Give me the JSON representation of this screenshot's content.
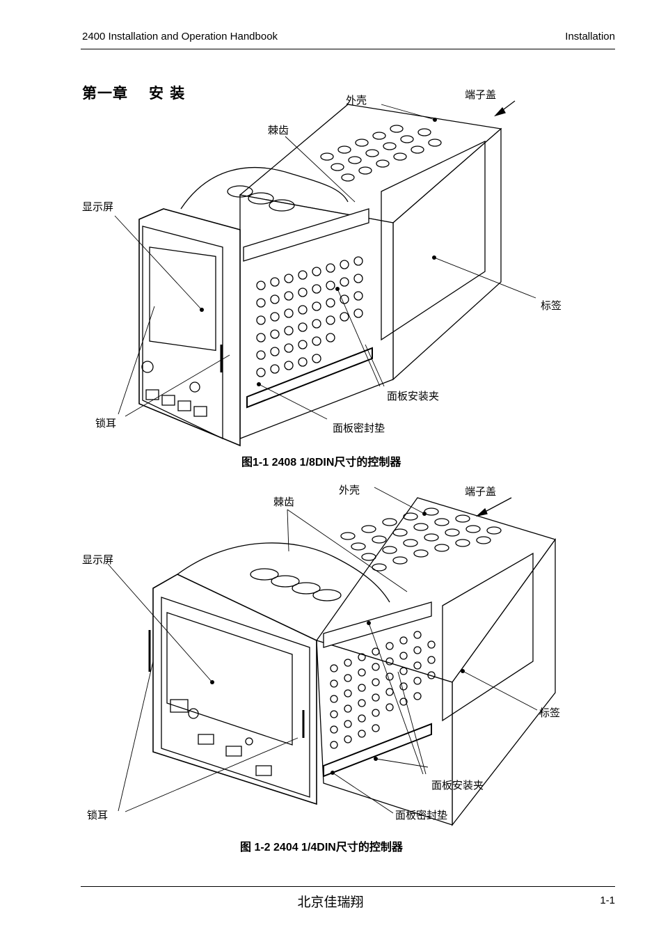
{
  "header": {
    "left": "2400 Installation and Operation Handbook",
    "right": "Installation"
  },
  "chapter": {
    "number": "第一章",
    "title": "安 装"
  },
  "figure1": {
    "caption": "图1-1   2408 1/8DIN尺寸的控制器",
    "labels": {
      "case": "外壳",
      "terminal_cover": "端子盖",
      "ratchets": "棘齿",
      "display": "显示屏",
      "label": "标签",
      "panel_clips": "面板安装夹",
      "latching_ears": "锁耳",
      "panel_gasket": "面板密封垫"
    }
  },
  "figure2": {
    "caption": "图 1-2   2404 1/4DIN尺寸的控制器",
    "labels": {
      "case": "外壳",
      "terminal_cover": "端子盖",
      "ratchets": "棘齿",
      "display": "显示屏",
      "label": "标签",
      "panel_clips": "面板安装夹",
      "latching_ears": "锁耳",
      "panel_gasket": "面板密封垫"
    }
  },
  "footer": {
    "center": "北京佳瑞翔",
    "page": "1-1"
  }
}
